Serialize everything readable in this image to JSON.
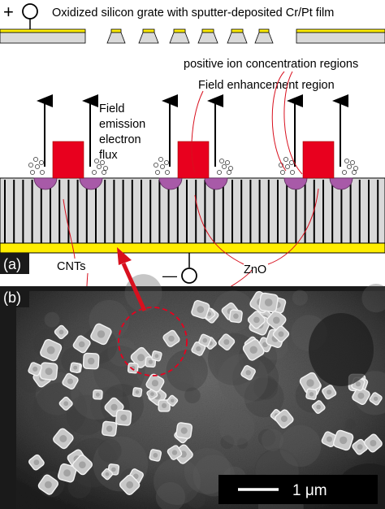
{
  "labels": {
    "grate": "Oxidized silicon grate with sputter-deposited Cr/Pt film",
    "positive_ion": "positive ion concentration regions",
    "field_enh": "Field enhancement region",
    "field_emission_1": "Field",
    "field_emission_2": "emission",
    "field_emission_3": "electron",
    "field_emission_4": "flux",
    "cnts": "CNTs",
    "zno": "ZnO",
    "plus_sign": "+",
    "minus_sign": "—",
    "scale_bar": "1 μm"
  },
  "panels": {
    "a": "(a)",
    "b": "(b)"
  },
  "colors": {
    "electrode_yellow": "#ffee00",
    "zno_red": "#e8001e",
    "ion_purple": "#a85aa8",
    "substrate_gray": "#d9d9d9",
    "arrow_red": "#d8101e",
    "curve_red": "#d8101e",
    "panel_bg": "#1a1a1a"
  },
  "icons": {
    "electrode_terminal": "circle-terminal-icon",
    "flux_arrow": "up-arrow-icon"
  }
}
